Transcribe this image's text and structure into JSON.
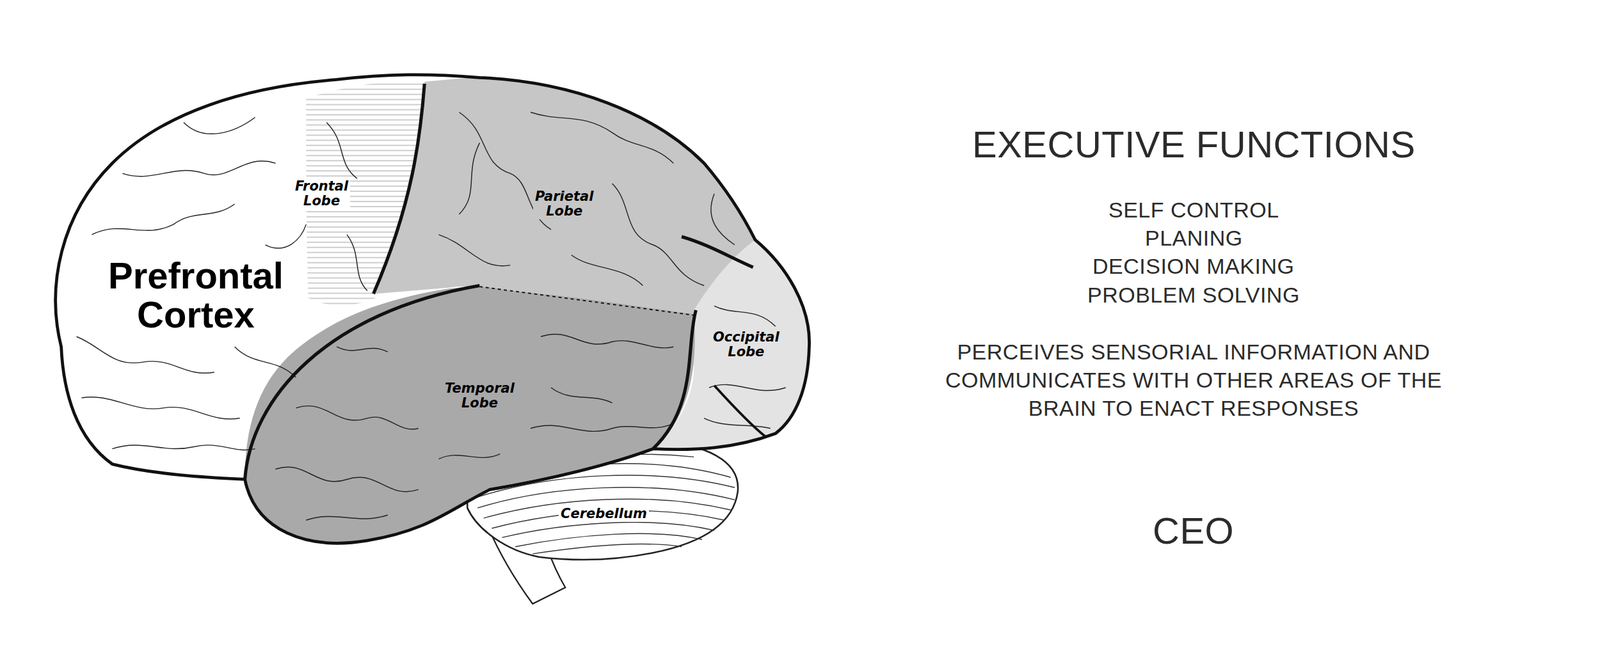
{
  "diagram": {
    "title": "EXECUTIVE FUNCTIONS",
    "labels": [
      "Frontal Lobe",
      "Parietal Lobe",
      "Prefrontal Cortex",
      "Occipital Lobe",
      "Temporal Lobe",
      "Cerebellum",
      "SELF CONTROL",
      "PLANING",
      "DECISION MAKING",
      "PROBLEM SOLVING",
      "PERCEIVES SENSORIAL INFORMATION AND COMMUNICATES WITH OTHER AREAS OF THE BRAIN TO ENACT RESPONSES",
      "CEO"
    ]
  }
}
